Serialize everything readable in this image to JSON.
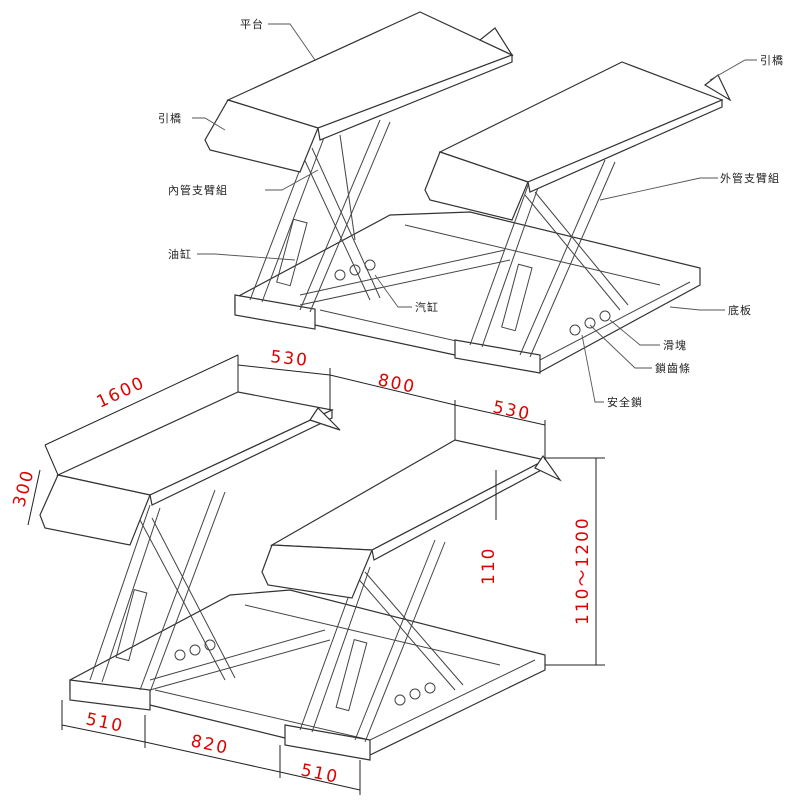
{
  "top_view_labels": {
    "platform": "平台",
    "ramp_left": "引橋",
    "ramp_right": "引橋",
    "inner_arm": "內管支臂組",
    "oil_cylinder": "油缸",
    "air_cylinder": "汽缸",
    "outer_arm": "外管支臂組",
    "base_plate": "底板",
    "slider": "滑塊",
    "lock_rack": "鎖齒條",
    "safety_lock": "安全鎖"
  },
  "dimensions": {
    "length": "1600",
    "platform_width_left": "530",
    "gap_top": "800",
    "platform_width_right": "530",
    "ramp_length": "300",
    "platform_height": "110",
    "lift_range": "110～1200",
    "base_width_left": "510",
    "gap_bottom": "820",
    "base_width_right": "510"
  },
  "colors": {
    "dimension_text": "#e00000",
    "line": "#333333"
  }
}
